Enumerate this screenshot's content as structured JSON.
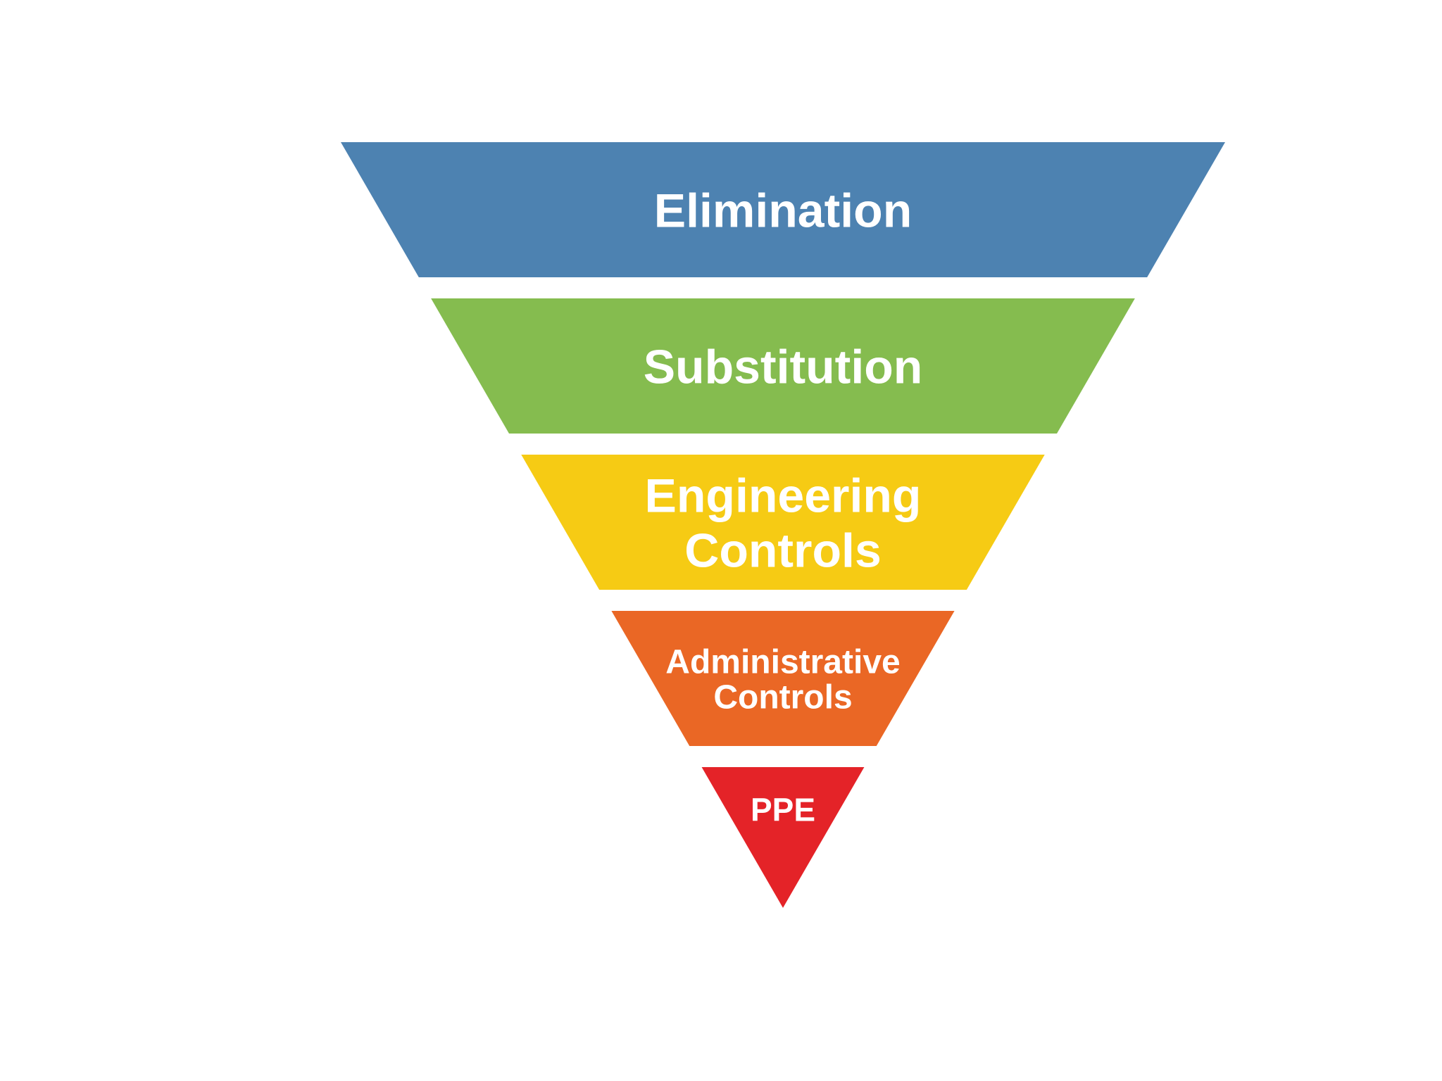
{
  "diagram": {
    "tiers": [
      {
        "name": "tier-elimination",
        "lines": [
          "Elimination"
        ],
        "color": "#4D82B1"
      },
      {
        "name": "tier-substitution",
        "lines": [
          "Substitution"
        ],
        "color": "#85BC4F"
      },
      {
        "name": "tier-engineering-controls",
        "lines": [
          "Engineering",
          "Controls"
        ],
        "color": "#F6CB14"
      },
      {
        "name": "tier-administrative-controls",
        "lines": [
          "Administrative",
          "Controls"
        ],
        "color": "#EA6725"
      },
      {
        "name": "tier-ppe",
        "lines": [
          "PPE"
        ],
        "color": "#E42328"
      }
    ]
  }
}
